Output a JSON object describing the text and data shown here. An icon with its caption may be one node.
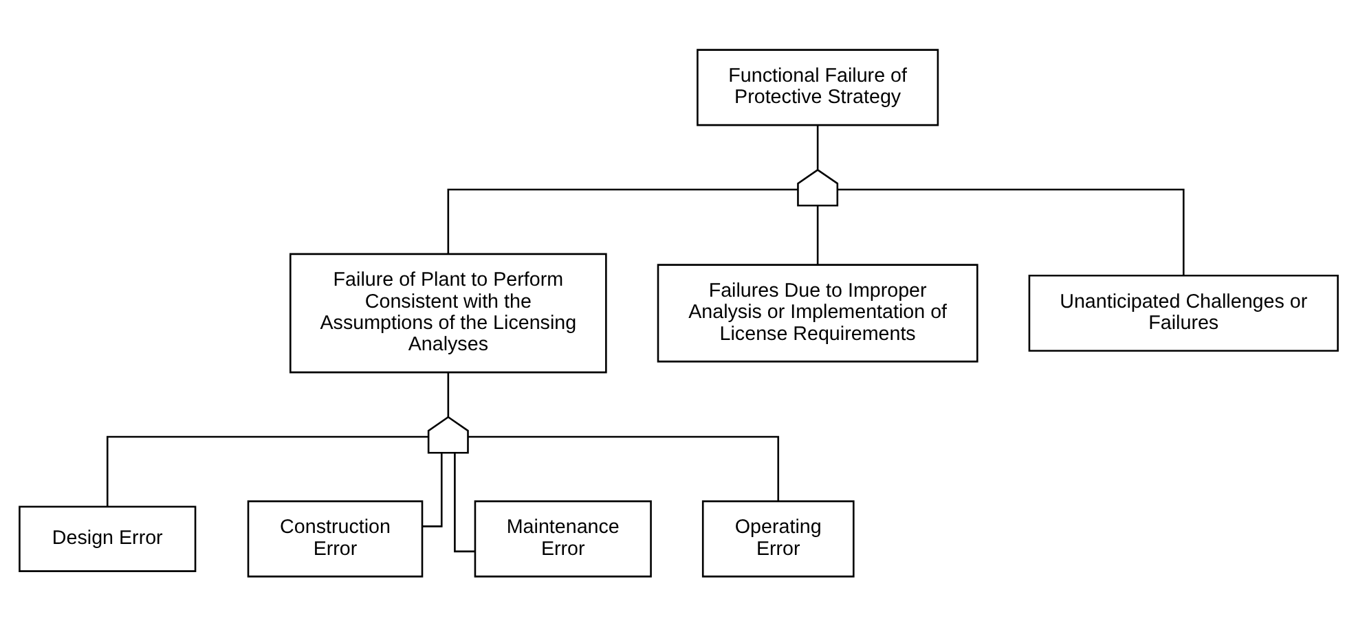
{
  "diagram": {
    "nodes": [
      {
        "text": [
          "Functional Failure of Protective Strategy"
        ]
      },
      {
        "text": [],
        "shape": "gate"
      },
      {
        "text": [
          "Failure of Plant to Perform Consistent with the Assumptions of the Licensing Analyses"
        ]
      },
      {
        "text": [
          "Failures Due to Improper Analysis or Implementation of License Requirements"
        ]
      },
      {
        "text": [
          "Unanticipated Challenges or Failures"
        ]
      },
      {
        "text": [],
        "shape": "gate"
      },
      {
        "text": [
          "Design Error"
        ]
      },
      {
        "text": [
          "Construction Error"
        ]
      },
      {
        "text": [
          "Maintenance Error"
        ]
      },
      {
        "text": [
          "Operating Error"
        ]
      }
    ],
    "edges": [
      {
        "from": 1,
        "to": 0,
        "arrow": "none"
      },
      {
        "from": 2,
        "to": 1,
        "arrow": "none"
      },
      {
        "from": 3,
        "to": 1,
        "arrow": "none"
      },
      {
        "from": 4,
        "to": 1,
        "arrow": "none"
      },
      {
        "from": 5,
        "to": 2,
        "arrow": "none"
      },
      {
        "from": 6,
        "to": 5,
        "arrow": "none"
      },
      {
        "from": 7,
        "to": 5,
        "arrow": "none"
      },
      {
        "from": 8,
        "to": 5,
        "arrow": "none"
      },
      {
        "from": 9,
        "to": 5,
        "arrow": "none"
      }
    ]
  }
}
